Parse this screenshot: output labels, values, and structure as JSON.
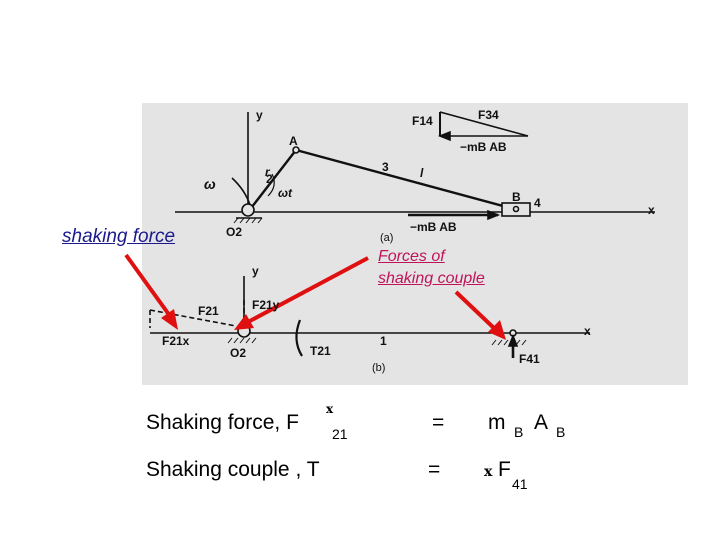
{
  "labels": {
    "shaking_force": "shaking force",
    "forces_of_line1": "Forces of",
    "forces_of_line2": "shaking couple"
  },
  "figure_a": {
    "y": "y",
    "x": "x",
    "A": "A",
    "B": "B",
    "r": "r",
    "l": "l",
    "n2": "2",
    "n3": "3",
    "n4": "4",
    "omega": "ω",
    "omega_t": "ωt",
    "O2": "O2",
    "force_main": "mB AB",
    "force_main_prefix": "−",
    "F14": "F14",
    "F34": "F34",
    "polygon_force": "−mB AB",
    "caption": "(a)"
  },
  "figure_b": {
    "y": "y",
    "x": "x",
    "F21": "F21",
    "F21y": "F21y",
    "F21x": "F21x",
    "O2": "O2",
    "T21": "T21",
    "n1": "1",
    "F41": "F41",
    "caption": "(b)"
  },
  "equations": {
    "row1_lhs": "Shaking force, F",
    "row1_sup": "x",
    "row1_sub": "21",
    "row1_eq": "=",
    "row1_rhs_m": "m",
    "row1_rhs_msub": "B",
    "row1_rhs_A": "A",
    "row1_rhs_Asub": "B",
    "row2_lhs": "Shaking  couple  ,  T",
    "row2_eq": "=",
    "row2_rhs_x": "x",
    "row2_rhs_F": "F",
    "row2_rhs_sub": "41"
  },
  "colors": {
    "figure_bg": "#e4e4e4",
    "arrow_red": "#e01010",
    "label_blue": "#1a1a8c",
    "label_pink": "#c0145a"
  }
}
